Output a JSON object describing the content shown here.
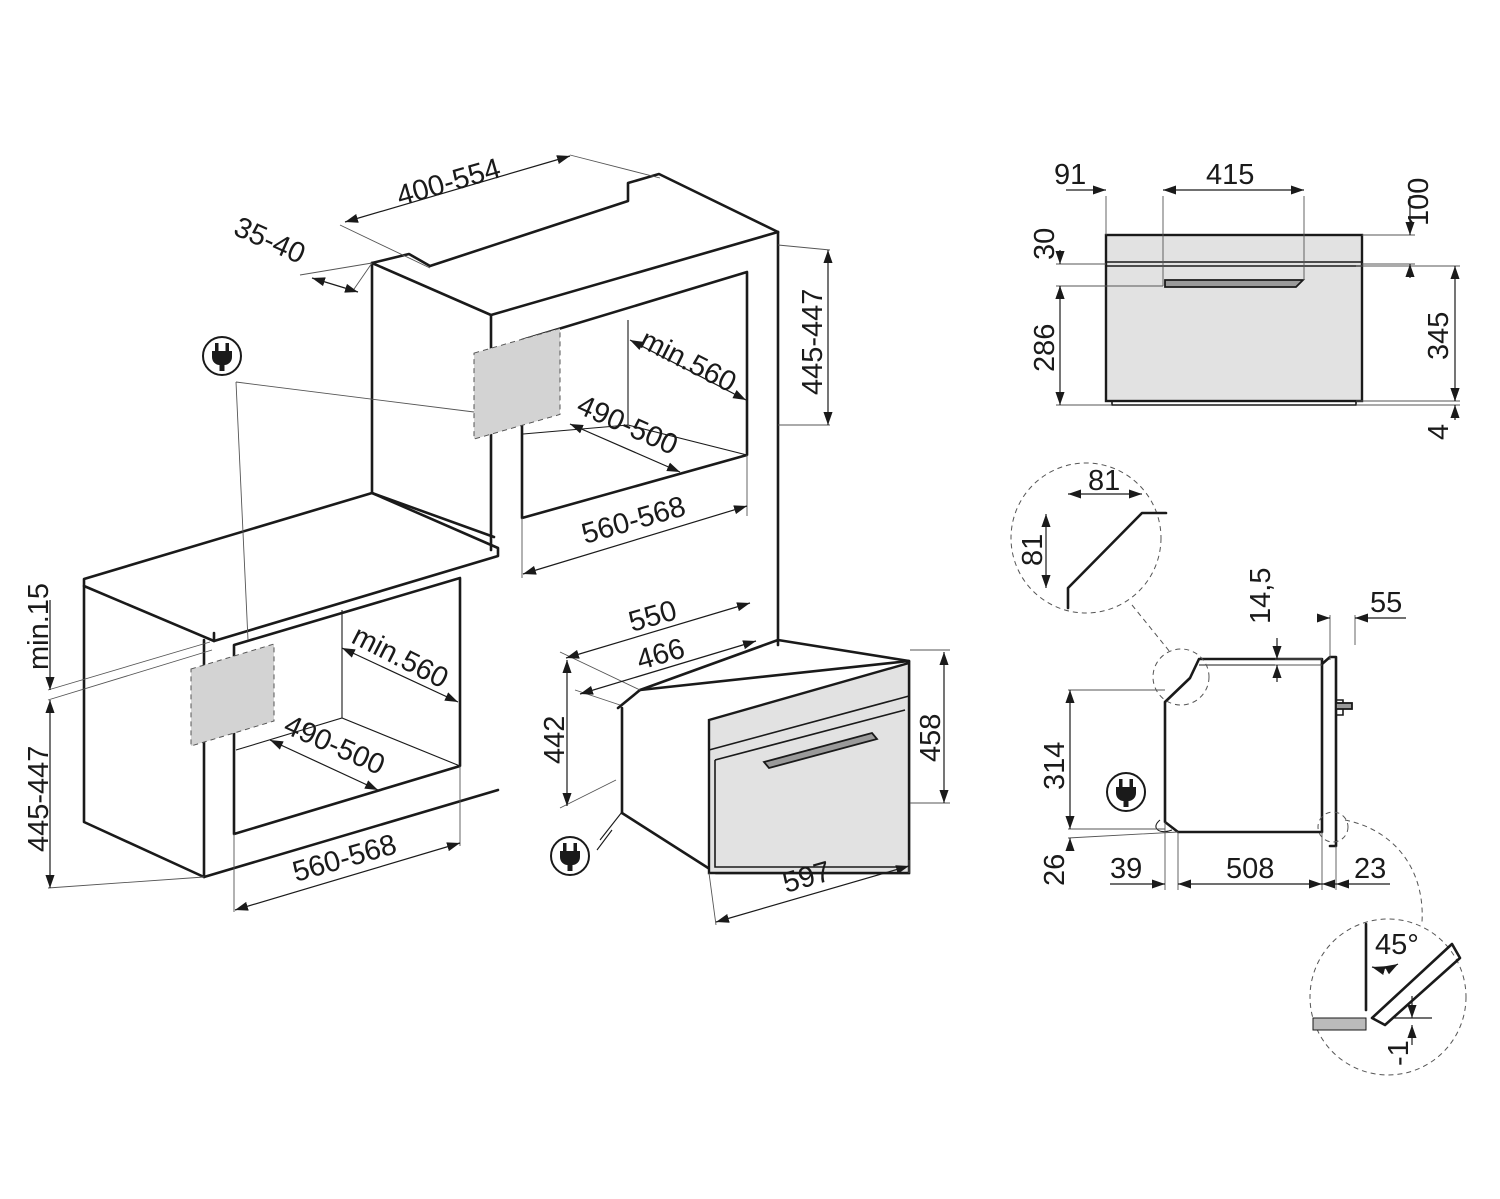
{
  "dimensions": {
    "top_depth": "400-554",
    "top_gap": "35-40",
    "upper_opening_height": "445-447",
    "upper_min_depth": "min.560",
    "upper_depth": "490-500",
    "upper_width": "560-568",
    "lower_min_gap": "min.15",
    "lower_opening_height": "445-447",
    "lower_min_depth": "min.560",
    "lower_depth": "490-500",
    "lower_width": "560-568",
    "oven_depth_total": "550",
    "oven_depth_body": "466",
    "oven_height_body": "442",
    "oven_height_front": "458",
    "oven_width": "597",
    "front_left_margin": "91",
    "front_handle_width": "415",
    "front_top_offset": "100",
    "front_panel_height": "30",
    "front_lower_height": "286",
    "front_total_height": "345",
    "front_bottom_offset": "4",
    "detail_chamfer_w": "81",
    "detail_chamfer_h": "81",
    "side_top_offset": "14,5",
    "side_front_depth": "55",
    "side_body_height": "314",
    "side_bottom_offset": "26",
    "side_rear_offset": "39",
    "side_body_depth": "508",
    "side_front_offset": "23",
    "detail_angle": "45°",
    "detail_offset": "-1"
  },
  "icons": [
    "power-plug-icon",
    "power-plug-icon",
    "power-plug-icon",
    "power-plug-icon"
  ],
  "colors": {
    "line": "#1a1a1a",
    "fill": "#e2e2e2",
    "socket": "#d3d3d3"
  }
}
